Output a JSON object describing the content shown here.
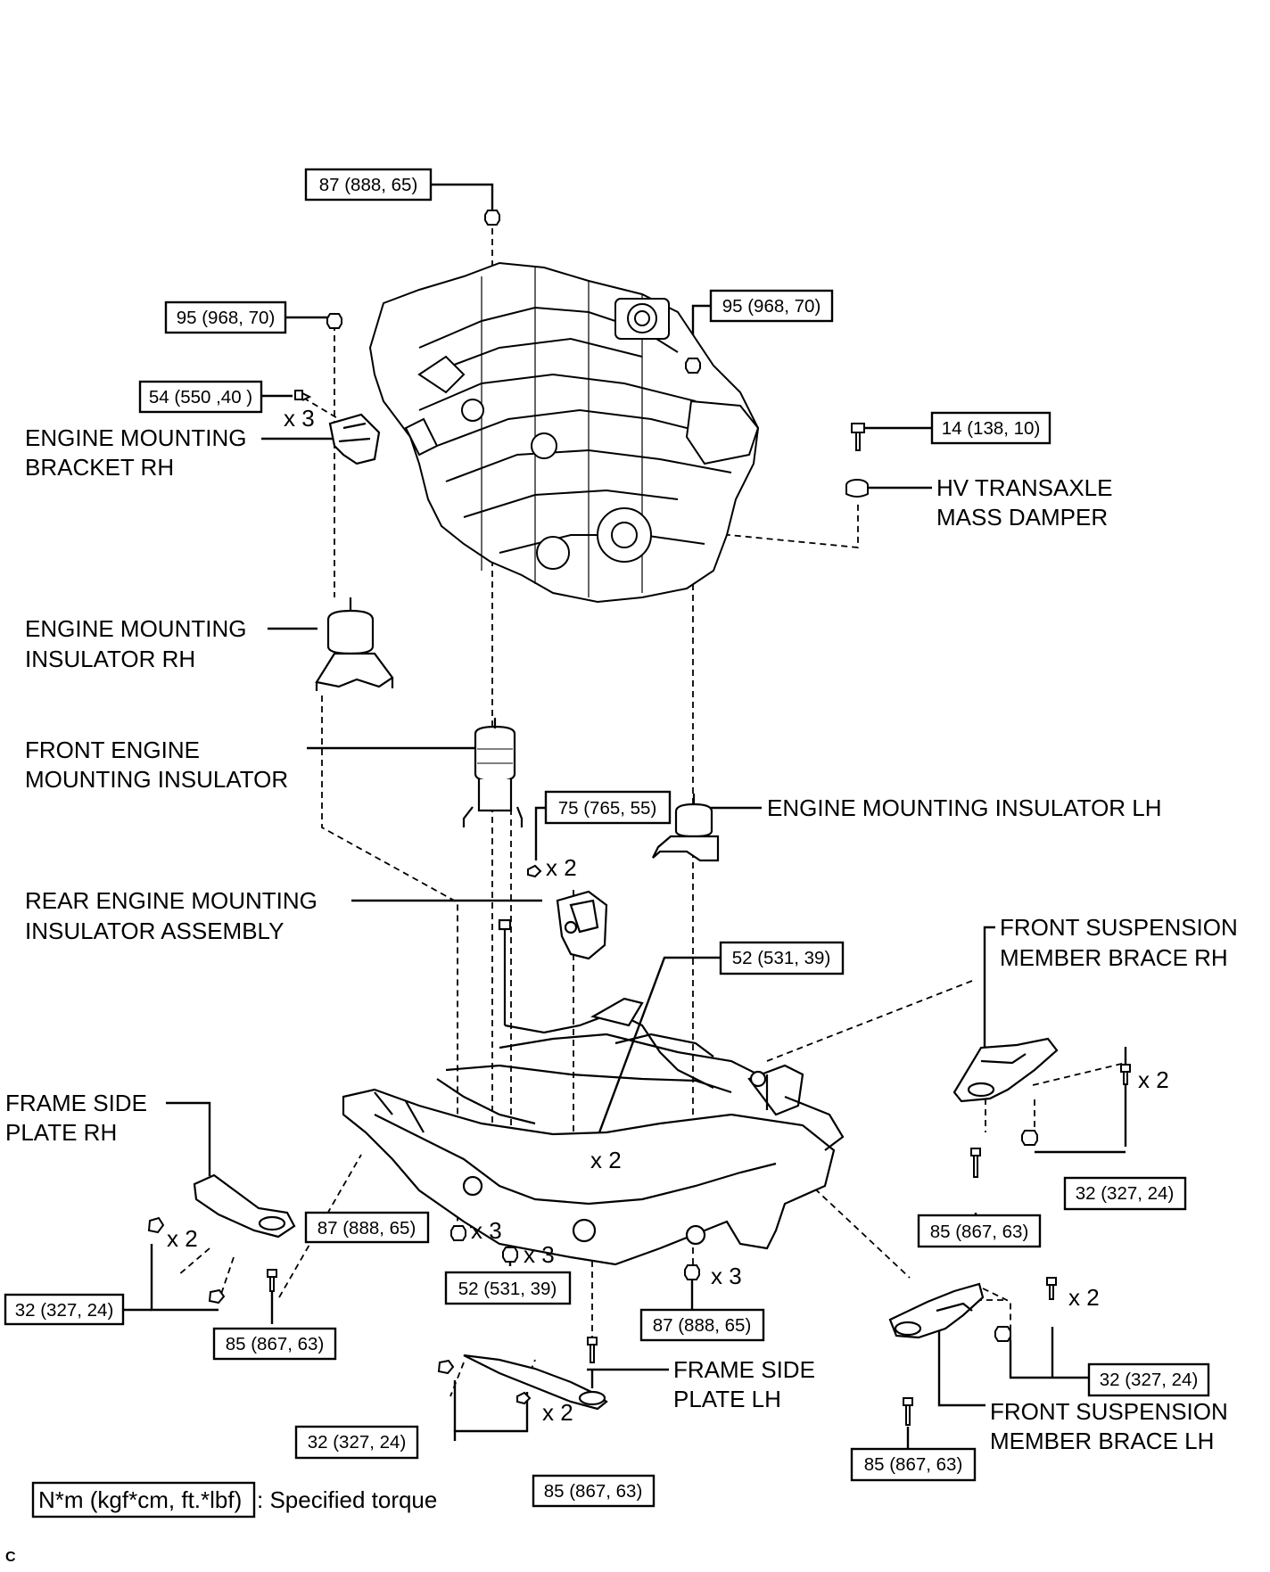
{
  "parts": {
    "engine_mounting_bracket_rh": [
      "ENGINE MOUNTING",
      "BRACKET RH"
    ],
    "hv_transaxle_mass_damper": [
      "HV TRANSAXLE",
      "MASS DAMPER"
    ],
    "engine_mounting_insulator_rh": [
      "ENGINE MOUNTING",
      "INSULATOR RH"
    ],
    "front_engine_mounting_insulator": [
      "FRONT ENGINE",
      "MOUNTING INSULATOR"
    ],
    "engine_mounting_insulator_lh": "ENGINE MOUNTING INSULATOR LH",
    "rear_engine_mounting_insulator_assembly": [
      "REAR ENGINE MOUNTING",
      "INSULATOR ASSEMBLY"
    ],
    "front_suspension_member_brace_rh": [
      "FRONT SUSPENSION",
      "MEMBER BRACE RH"
    ],
    "frame_side_plate_rh": [
      "FRAME SIDE",
      "PLATE RH"
    ],
    "frame_side_plate_lh": [
      "FRAME SIDE",
      "PLATE LH"
    ],
    "front_suspension_member_brace_lh": [
      "FRONT SUSPENSION",
      "MEMBER BRACE LH"
    ]
  },
  "torques": {
    "top_nut": "87 (888, 65)",
    "rh_mount_nut": "95 (968, 70)",
    "rh_bracket_bolt": "54 (550 ,40 )",
    "lh_mount_nut": "95 (968, 70)",
    "damper_bolt": "14 (138, 10)",
    "rear_mount_bolt": "75 (765, 55)",
    "rear_mount_lower": "52 (531, 39)",
    "member_left": "87 (888, 65)",
    "member_center": "52 (531, 39)",
    "member_right": "87 (888, 65)",
    "plate_rh_bolt": "32 (327, 24)",
    "plate_rh_lower": "85 (867, 63)",
    "plate_lh_bolt": "32 (327, 24)",
    "plate_lh_lower": "85 (867, 63)",
    "brace_rh_bolt": "32 (327, 24)",
    "brace_rh_lower": "85 (867, 63)",
    "brace_lh_bolt": "32 (327, 24)",
    "brace_lh_lower": "85 (867, 63)"
  },
  "quantities": {
    "bracket_rh": "x 3",
    "rear_mount": "x 2",
    "rear_mount_lower": "x 2",
    "brace_rh": "x 2",
    "plate_rh": "x 2",
    "member_left": "x 3",
    "member_center": "x 3",
    "member_right": "x 3",
    "plate_lh": "x 2",
    "brace_lh": "x 2"
  },
  "legend": {
    "unit": "N*m (kgf*cm, ft.*lbf)",
    "text": ": Specified torque"
  },
  "footer_code": "C"
}
